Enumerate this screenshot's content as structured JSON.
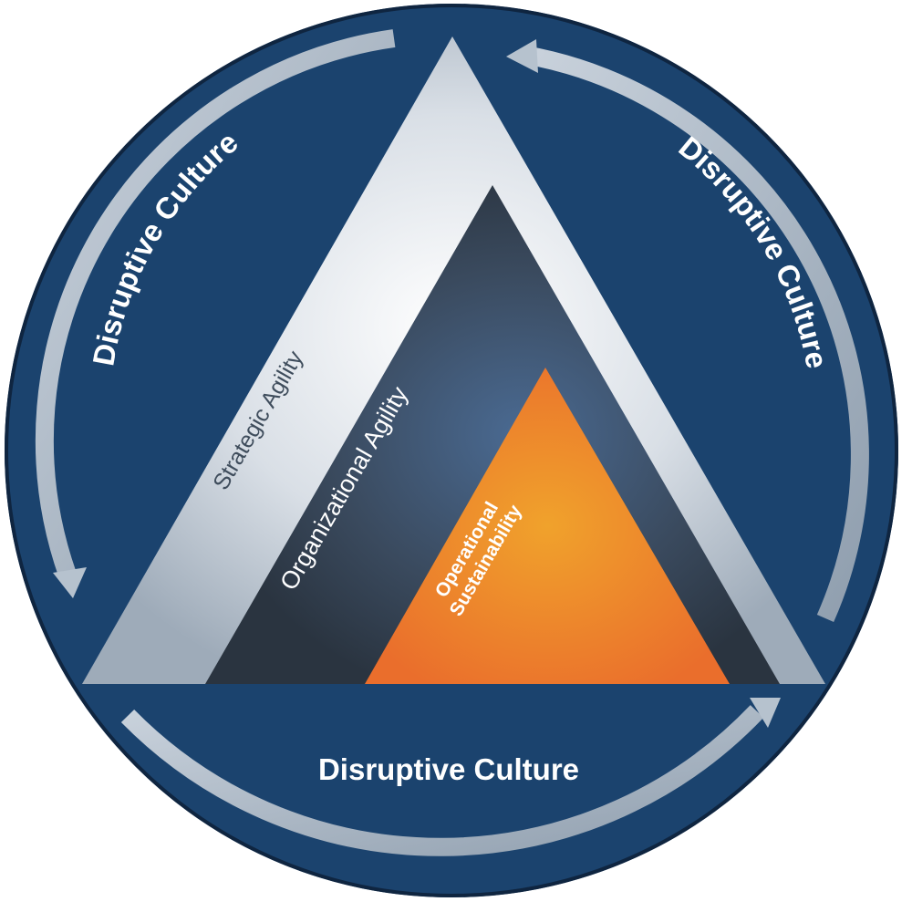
{
  "diagram": {
    "outer_labels": {
      "left": "Disruptive Culture",
      "right": "Disruptive Culture",
      "bottom": "Disruptive Culture"
    },
    "layers": {
      "outer": "Strategic Agility",
      "middle": "Organizational Agility",
      "inner_line1": "Operational",
      "inner_line2": "Sustainability"
    },
    "colors": {
      "ring": "#1b436e",
      "arrow": "#a9b6c4",
      "outer_triangle": "#c3ccd6",
      "middle_triangle": "#3a4a5e",
      "inner_triangle": "#eb7a2c"
    }
  }
}
